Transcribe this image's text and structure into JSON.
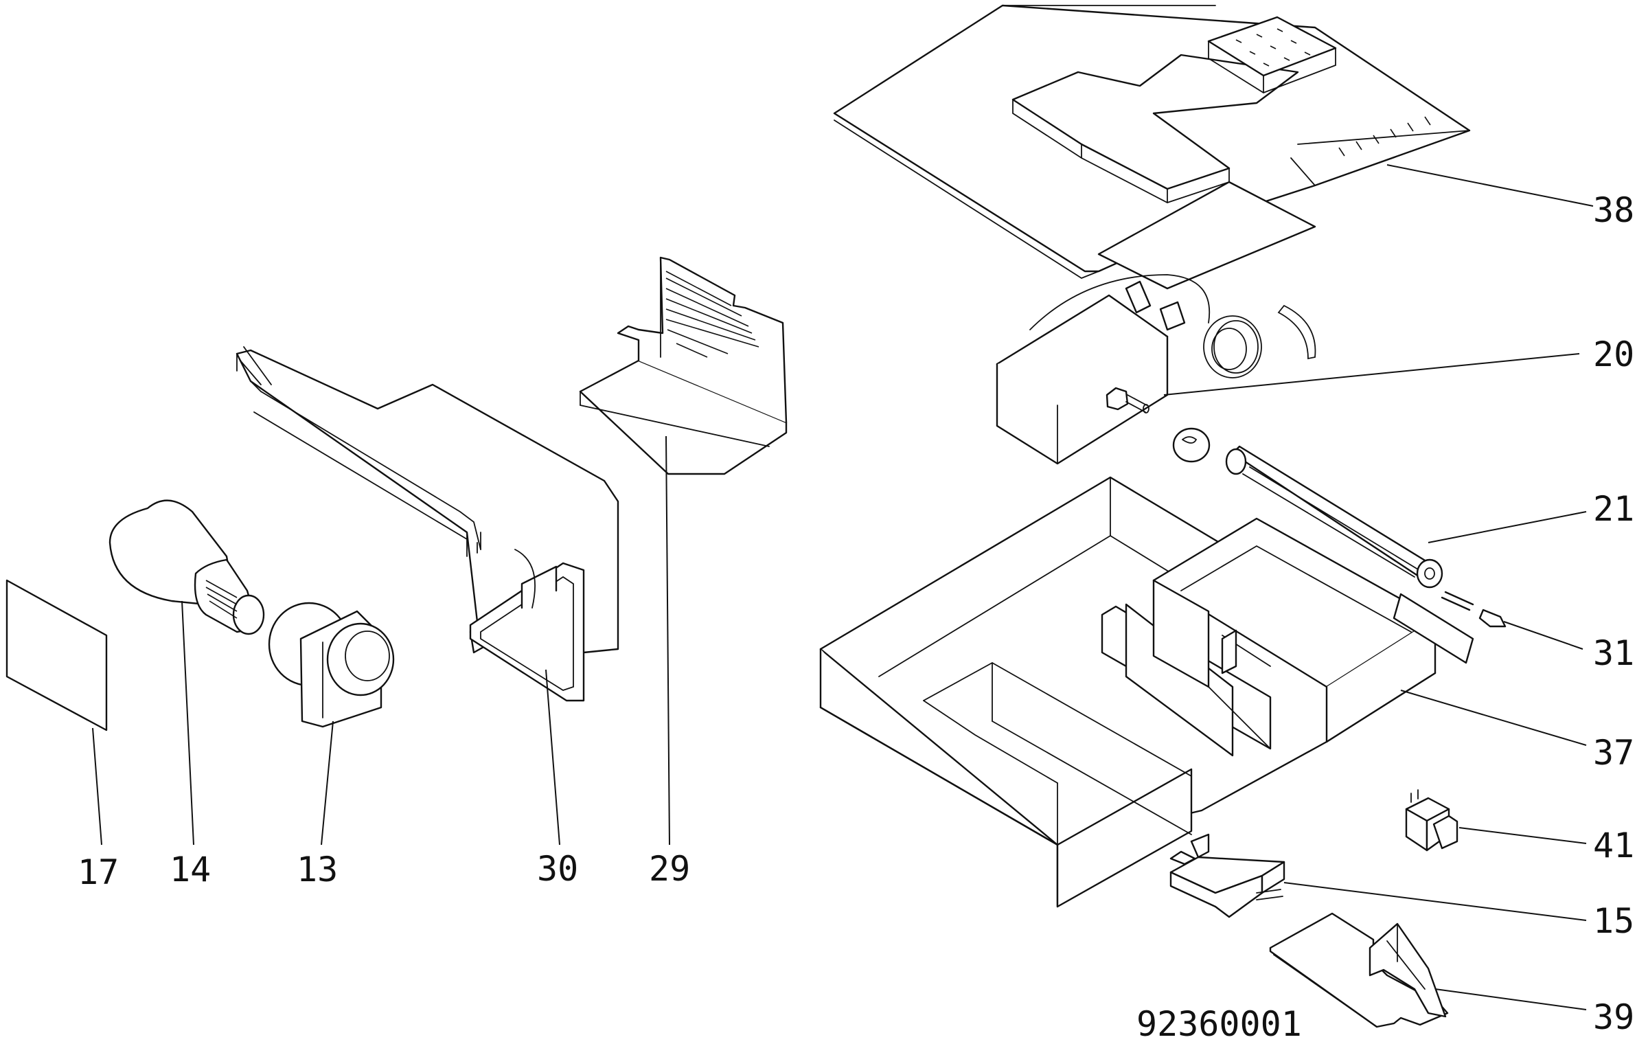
{
  "drawing_number": "92360001",
  "callouts": [
    {
      "id": "38",
      "label": "38"
    },
    {
      "id": "20",
      "label": "20"
    },
    {
      "id": "21",
      "label": "21"
    },
    {
      "id": "31",
      "label": "31"
    },
    {
      "id": "37",
      "label": "37"
    },
    {
      "id": "41",
      "label": "41"
    },
    {
      "id": "15",
      "label": "15"
    },
    {
      "id": "39",
      "label": "39"
    },
    {
      "id": "17",
      "label": "17"
    },
    {
      "id": "14",
      "label": "14"
    },
    {
      "id": "13",
      "label": "13"
    },
    {
      "id": "30",
      "label": "30"
    },
    {
      "id": "29",
      "label": "29"
    }
  ]
}
